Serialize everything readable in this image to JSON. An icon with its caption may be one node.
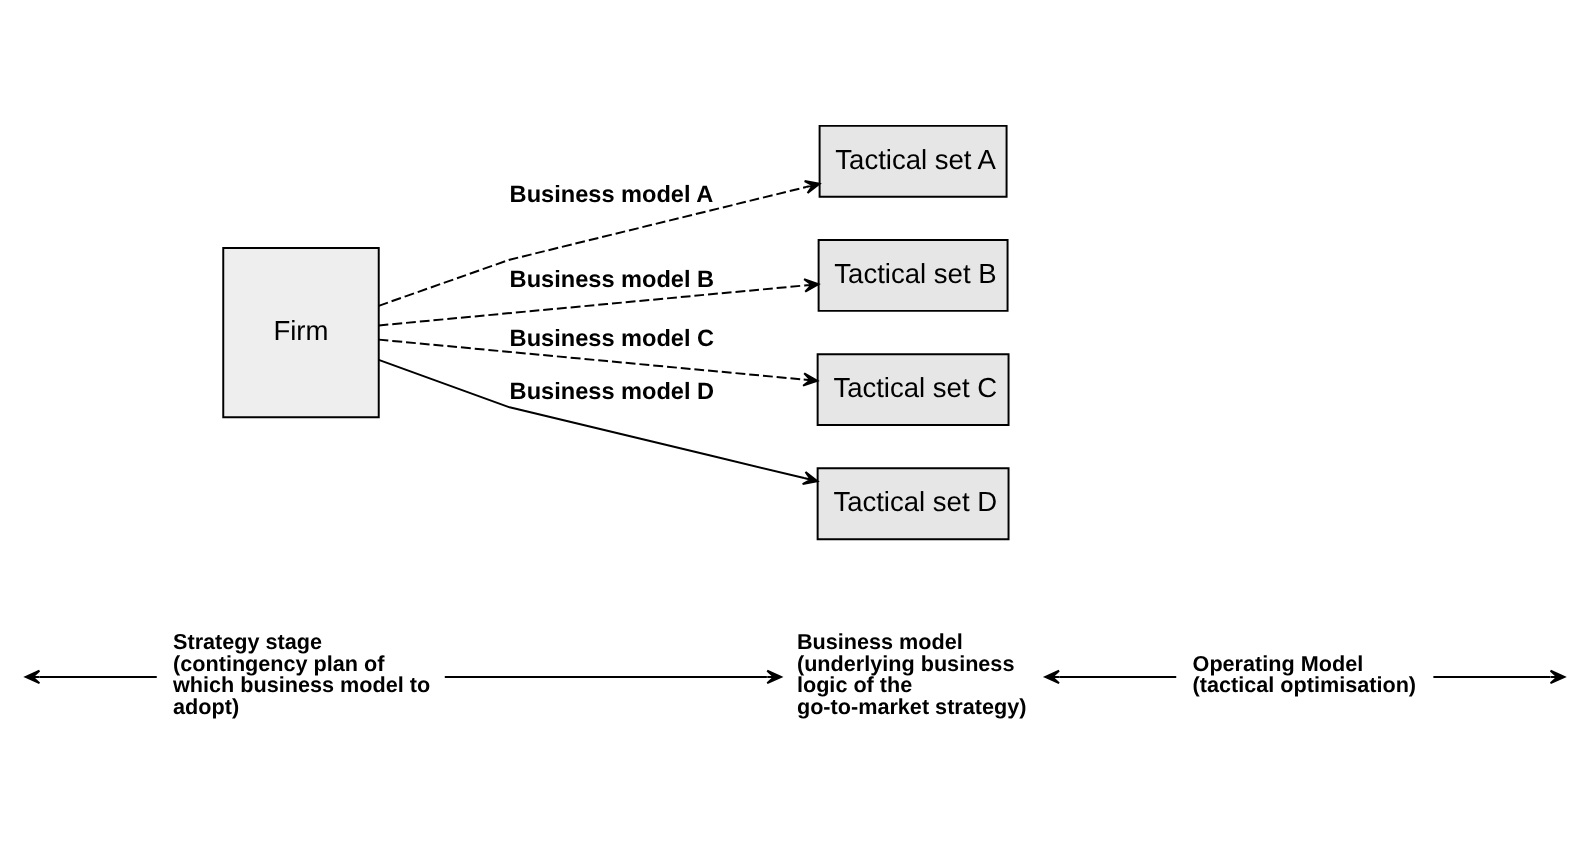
{
  "diagram": {
    "nodes": [
      {
        "text": [
          "Firm"
        ]
      },
      {
        "text": [
          "Tactical set A"
        ]
      },
      {
        "text": [
          "Tactical set B"
        ]
      },
      {
        "text": [
          "Tactical set C"
        ]
      },
      {
        "text": [
          "Tactical set D"
        ]
      },
      {
        "text": [
          "Strategy stage (contingency plan of which business model to adopt)"
        ]
      },
      {
        "text": [
          "Business model (underlying business logic of the go-to-market strategy)"
        ]
      },
      {
        "text": [
          "Operating Model (tactical optimisation)"
        ]
      }
    ],
    "edges": [
      {
        "from": 0,
        "to": 1,
        "arrow": "to",
        "label": "Business model A",
        "style": "dashed"
      },
      {
        "from": 0,
        "to": 2,
        "arrow": "to",
        "label": "Business model B",
        "style": "dashed"
      },
      {
        "from": 0,
        "to": 3,
        "arrow": "to",
        "label": "Business model C",
        "style": "dashed"
      },
      {
        "from": 0,
        "to": 4,
        "arrow": "to",
        "label": "Business model D"
      },
      {
        "from": 5,
        "to": null,
        "arrow": "to"
      },
      {
        "from": 5,
        "to": 6,
        "arrow": "to"
      },
      {
        "from": 7,
        "to": 6,
        "arrow": "to"
      },
      {
        "from": 7,
        "to": null,
        "arrow": "to"
      }
    ]
  }
}
